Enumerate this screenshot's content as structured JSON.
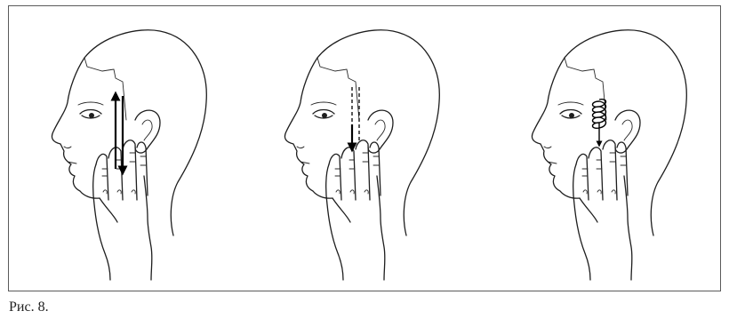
{
  "figure": {
    "caption": "Рис. 8.",
    "panels": [
      {
        "id": "p1",
        "motion": "vertical-bidirectional"
      },
      {
        "id": "p2",
        "motion": "downward"
      },
      {
        "id": "p3",
        "motion": "spiral"
      }
    ]
  },
  "colors": {
    "ink": "#1e1e1e",
    "frame": "#5a5a5a",
    "background": "#ffffff"
  }
}
